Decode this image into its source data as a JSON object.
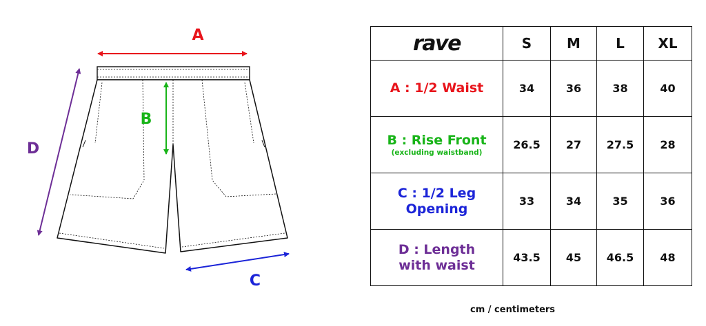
{
  "diagram": {
    "labels": {
      "a": "A",
      "b": "B",
      "c": "C",
      "d": "D"
    },
    "colors": {
      "a": "#e8141b",
      "b": "#18b418",
      "c": "#1b24d8",
      "d": "#6d2e96"
    }
  },
  "table": {
    "brand": "rave",
    "sizes": [
      "S",
      "M",
      "L",
      "XL"
    ],
    "rows": [
      {
        "label": "A : 1/2 Waist",
        "sublabel": "",
        "color": "#e8141b",
        "values": [
          "34",
          "36",
          "38",
          "40"
        ]
      },
      {
        "label": "B : Rise Front",
        "sublabel": "(excluding waistband)",
        "color": "#18b418",
        "values": [
          "26.5",
          "27",
          "27.5",
          "28"
        ]
      },
      {
        "label": "C : 1/2 Leg Opening",
        "sublabel": "",
        "color": "#1b24d8",
        "values": [
          "33",
          "34",
          "35",
          "36"
        ]
      },
      {
        "label": "D : Length with waist",
        "sublabel": "",
        "color": "#6d2e96",
        "values": [
          "43.5",
          "45",
          "46.5",
          "48"
        ]
      }
    ]
  },
  "footer": "cm / centimeters"
}
